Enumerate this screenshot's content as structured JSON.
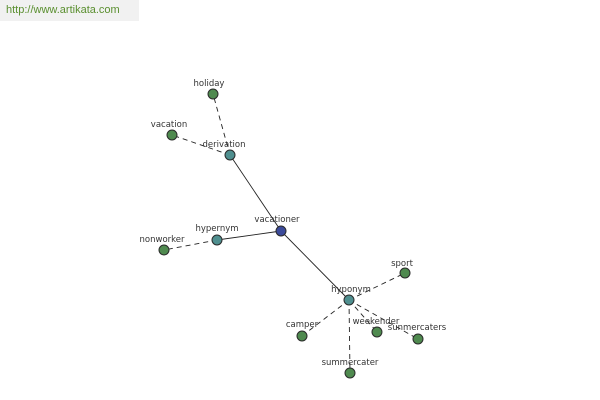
{
  "banner": {
    "url_text": "http://www.artikata.com"
  },
  "colors": {
    "root": "#3b4a9a",
    "relation": "#4f8f8f",
    "leaf": "#4f8a4f",
    "edge": "#222222",
    "banner_text": "#5a8f2f"
  },
  "graph": {
    "root_label": "vacationer",
    "relations": [
      {
        "label": "derivation",
        "words": [
          "holiday",
          "vacation"
        ]
      },
      {
        "label": "hypernym",
        "words": [
          "nonworker"
        ]
      },
      {
        "label": "hyponym",
        "words": [
          "sport",
          "weekender",
          "sunmercaters",
          "camper",
          "summercater"
        ]
      }
    ]
  }
}
